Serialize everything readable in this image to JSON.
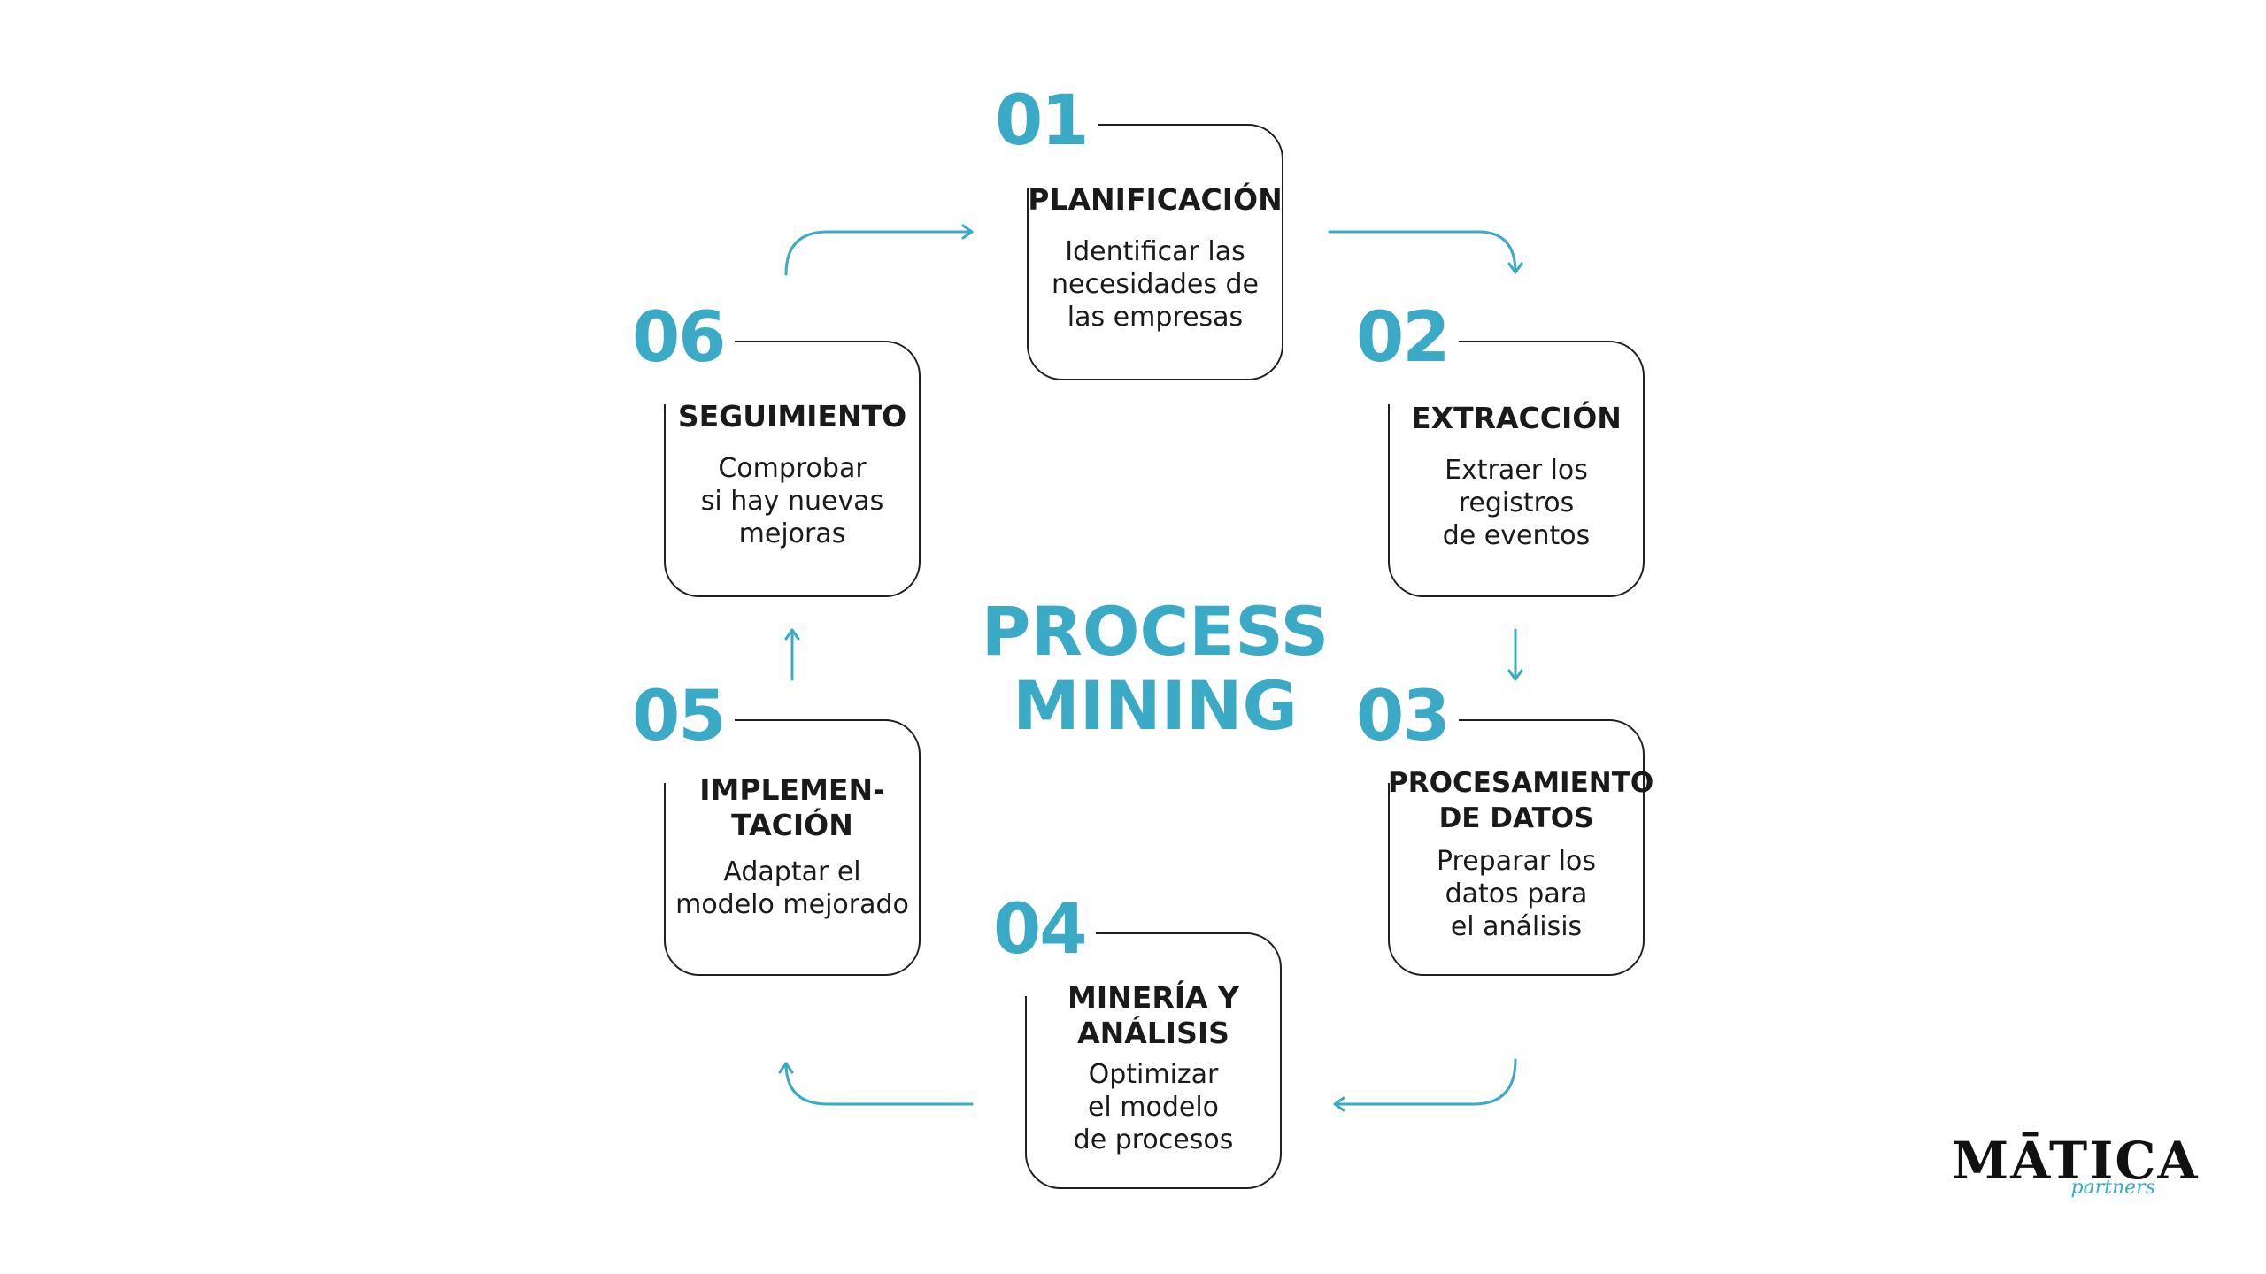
{
  "center_title": "PROCESS\nMINING",
  "steps": [
    {
      "number": "01",
      "title": "PLANIFICACIÓN",
      "description": "Identificar las\nnecesidades de\nlas empresas"
    },
    {
      "number": "02",
      "title": "EXTRACCIÓN",
      "description": "Extraer los\nregistros\nde eventos"
    },
    {
      "number": "03",
      "title": "PROCESAMIENTO\nDE DATOS",
      "description": "Preparar los\ndatos para\nel análisis"
    },
    {
      "number": "04",
      "title": "MINERÍA Y\nANÁLISIS",
      "description": "Optimizar\nel modelo\nde procesos"
    },
    {
      "number": "05",
      "title": "IMPLEMEN-\nTACIÓN",
      "description": "Adaptar el\nmodelo mejorado"
    },
    {
      "number": "06",
      "title": "SEGUIMIENTO",
      "description": "Comprobar\nsi hay nuevas\nmejoras"
    }
  ],
  "logo": {
    "word": "MĀTICA",
    "sub": "partners"
  },
  "colors": {
    "accent": "#3aaac6",
    "ink": "#1a1a1a",
    "background": "#ffffff"
  }
}
